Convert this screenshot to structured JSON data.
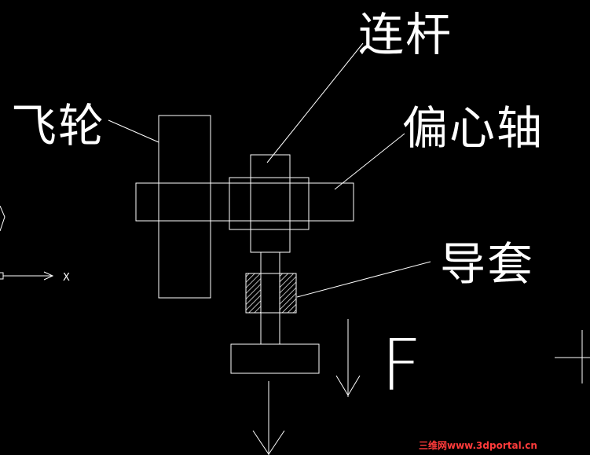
{
  "labels": {
    "connecting_rod": "连杆",
    "flywheel": "飞轮",
    "eccentric_shaft": "偏心轴",
    "guide_sleeve": "导套",
    "force": "F"
  },
  "axis": {
    "x_label": "X"
  },
  "watermark": {
    "text": "三维网www.3dportal.cn"
  },
  "colors": {
    "background": "#000000",
    "lines": "#ffffff",
    "watermark": "#ff3b3b"
  }
}
